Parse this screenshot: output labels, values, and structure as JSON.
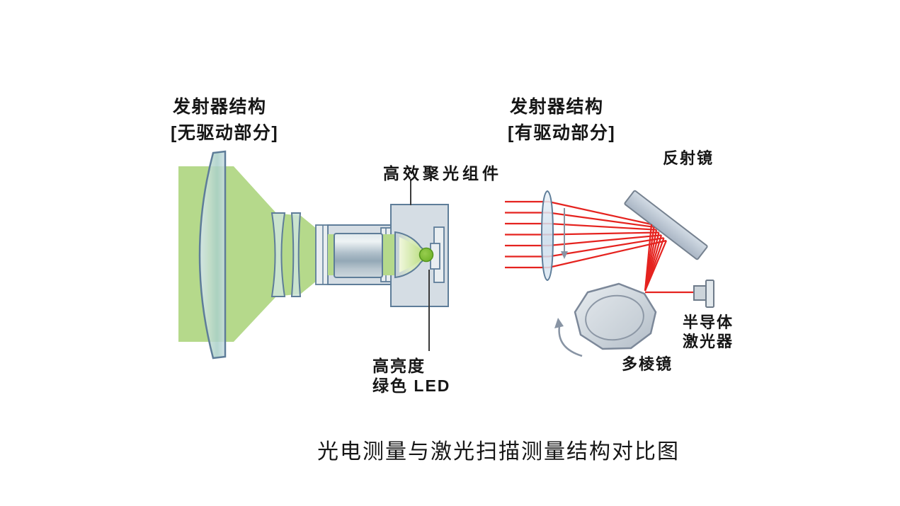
{
  "page": {
    "caption": "光电测量与激光扫描测量结构对比图"
  },
  "left_diagram": {
    "title_line1": "发射器结构",
    "title_line2": "[无驱动部分]",
    "labels": {
      "condenser": "高效聚光组件",
      "led_line1": "高亮度",
      "led_line2": "绿色 LED"
    },
    "parts": [
      "collector-lens",
      "concave-lens",
      "flat-lens",
      "lens-barrel",
      "condenser-housing",
      "green-led"
    ]
  },
  "right_diagram": {
    "title_line1": "发射器结构",
    "title_line2": "[有驱动部分]",
    "labels": {
      "reflector": "反射镜",
      "laser_line1": "半导体",
      "laser_line2": "激光器",
      "polygon": "多棱镜"
    },
    "parts": [
      "scan-lens",
      "reflector-mirror",
      "polygon-mirror",
      "semiconductor-laser"
    ],
    "ray_count": 7
  },
  "colors": {
    "page_bg": "#ffffff",
    "text_color": "#161616",
    "beam_green": "#b5d98b",
    "led_green": "#74b82b",
    "ray_red": "#e5231f",
    "outline_blue": "#5e7d99",
    "outline_gray": "#75818f",
    "housing_fill": "#d5dde4",
    "plate_fill": "#e9eef1",
    "arrow_gray": "#8894a4",
    "pointer_dark": "#3a3a3a"
  }
}
